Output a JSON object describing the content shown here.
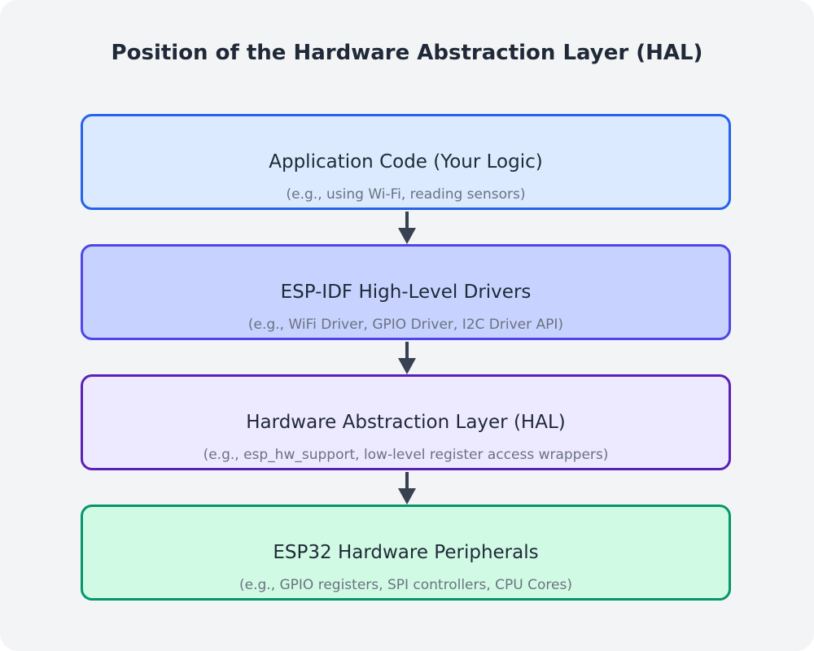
{
  "title": "Position of the Hardware Abstraction Layer (HAL)",
  "layers": [
    {
      "title": "Application Code (Your Logic)",
      "subtitle": "(e.g., using Wi-Fi, reading sensors)",
      "fill": "#dbeafe",
      "border": "#2563eb"
    },
    {
      "title": "ESP-IDF High-Level Drivers",
      "subtitle": "(e.g., WiFi Driver, GPIO Driver, I2C Driver API)",
      "fill": "#c7d2fe",
      "border": "#4f46e5"
    },
    {
      "title": "Hardware Abstraction Layer (HAL)",
      "subtitle": "(e.g., esp_hw_support, low-level register access wrappers)",
      "fill": "#ede9fe",
      "border": "#5b21b6"
    },
    {
      "title": "ESP32 Hardware Peripherals",
      "subtitle": "(e.g., GPIO registers, SPI controllers, CPU Cores)",
      "fill": "#d1fae5",
      "border": "#059669"
    }
  ],
  "arrow_color": "#374151"
}
